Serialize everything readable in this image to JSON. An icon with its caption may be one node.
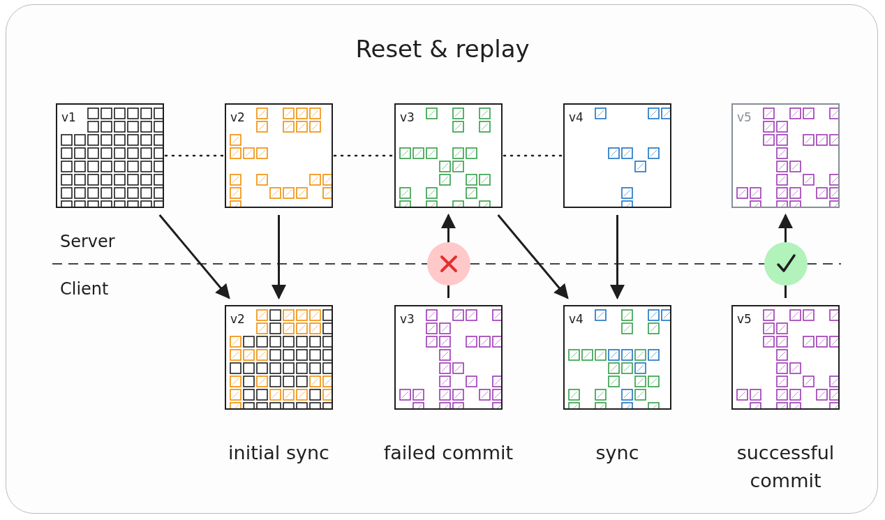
{
  "diagram": {
    "title": "Reset & replay",
    "nodes": [
      {
        "text": [
          "v1"
        ]
      },
      {
        "text": [
          "v2"
        ]
      },
      {
        "text": [
          "v3"
        ]
      },
      {
        "text": [
          "v4"
        ]
      },
      {
        "text": [
          "v5"
        ]
      },
      {
        "text": [
          "v2"
        ],
        "beside": [
          "initial sync"
        ]
      },
      {
        "text": [
          "v3"
        ],
        "beside": [
          "failed commit"
        ]
      },
      {
        "text": [
          "v4"
        ],
        "beside": [
          "sync"
        ]
      },
      {
        "text": [
          "v5"
        ],
        "beside": [
          "successful commit"
        ]
      }
    ],
    "edges": [
      {
        "from": 0,
        "to": 1,
        "arrow": "none",
        "style": "dashed"
      },
      {
        "from": 1,
        "to": 2,
        "arrow": "none",
        "style": "dashed"
      },
      {
        "from": 2,
        "to": 3,
        "arrow": "none",
        "style": "dashed"
      },
      {
        "from": 0,
        "to": 5,
        "arrow": "to"
      },
      {
        "from": 1,
        "to": 5,
        "arrow": "to"
      },
      {
        "from": 6,
        "to": 2,
        "arrow": "to"
      },
      {
        "from": 2,
        "to": 7,
        "arrow": "to"
      },
      {
        "from": 3,
        "to": 7,
        "arrow": "to"
      },
      {
        "from": 8,
        "to": 4,
        "arrow": "to"
      }
    ],
    "labels": [
      "Server",
      "Client"
    ]
  }
}
